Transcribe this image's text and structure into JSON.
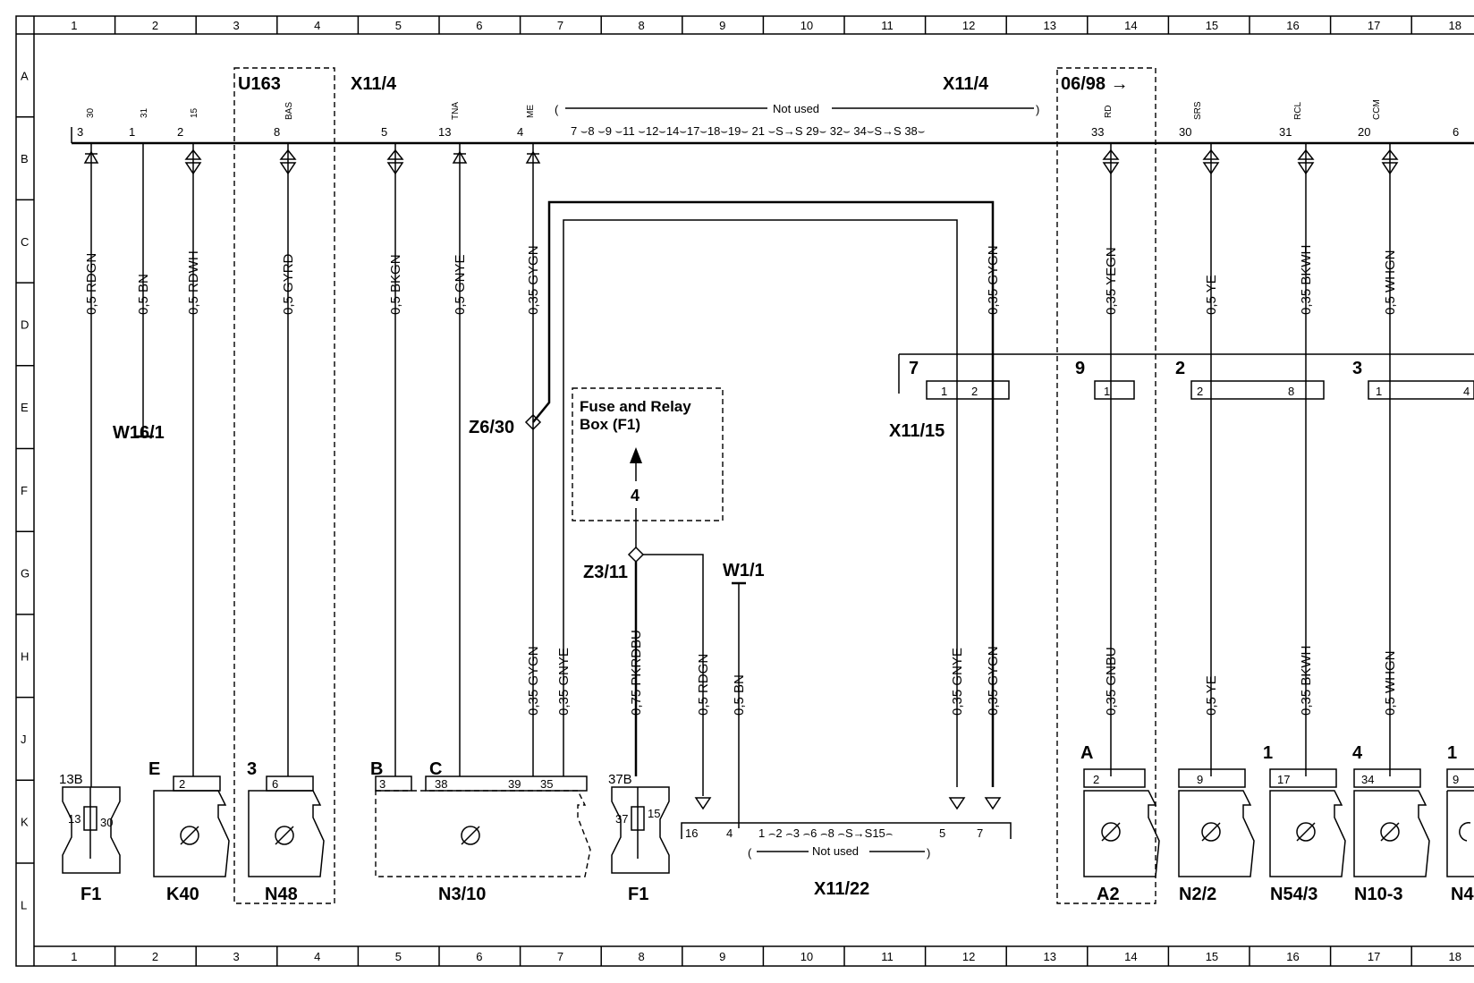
{
  "grid": {
    "cols": [
      "1",
      "2",
      "3",
      "4",
      "5",
      "6",
      "7",
      "8",
      "9",
      "10",
      "11",
      "12",
      "13",
      "14",
      "15",
      "16",
      "17",
      "18"
    ],
    "rows": [
      "A",
      "B",
      "C",
      "D",
      "E",
      "F",
      "G",
      "H",
      "J",
      "K",
      "L"
    ]
  },
  "labels": {
    "u163": "U163",
    "x11_4_left": "X11/4",
    "x11_4_right": "X11/4",
    "from_0698": "06/98 →",
    "not_used_top": "Not used",
    "not_used_bottom": "Not used",
    "w16_1": "W16/1",
    "z6_30": "Z6/30",
    "z3_11": "Z3/11",
    "w1_1": "W1/1",
    "x11_15": "X11/15",
    "fuse_box_line1": "Fuse and Relay",
    "fuse_box_line2": "Box (F1)",
    "fuse_box_pin": "4",
    "not_used_top_pins": "7 ⌣8 ⌣9 ⌣11 ⌣12⌣14⌣17⌣18⌣19⌣ 21 ⌣S→S 29⌣ 32⌣ 34⌣S→S 38⌣",
    "x11_22_pins": "1 ⌢2 ⌢3 ⌢6 ⌢8 ⌢S→S15⌢",
    "x11_15_group": "7",
    "group_9": "9",
    "group_2": "2",
    "group_3": "3"
  },
  "top_pins": [
    {
      "id": "p30",
      "num": "3",
      "tag": "30"
    },
    {
      "id": "p31",
      "num": "1",
      "tag": "31"
    },
    {
      "id": "p15",
      "num": "2",
      "tag": "15"
    },
    {
      "id": "pbas",
      "num": "8",
      "tag": "BAS"
    },
    {
      "id": "p5",
      "num": "5",
      "tag": ""
    },
    {
      "id": "ptna",
      "num": "13",
      "tag": "TNA"
    },
    {
      "id": "pme",
      "num": "4",
      "tag": "ME"
    },
    {
      "id": "prd",
      "num": "33",
      "tag": "RD"
    },
    {
      "id": "psrs",
      "num": "30",
      "tag": "SRS"
    },
    {
      "id": "prcl",
      "num": "31",
      "tag": "RCL"
    },
    {
      "id": "pccm",
      "num": "20",
      "tag": "CCM"
    },
    {
      "id": "p6",
      "num": "6",
      "tag": ""
    }
  ],
  "wires": {
    "w1": "0,5 RDGN",
    "w2": "0,5 BN",
    "w3": "0,5 RDWH",
    "w4": "0,5 GYRD",
    "w5": "0,5 BKGN",
    "w6": "0,5 GNYE",
    "w7": "0,35 GYGN",
    "w8": "0,35 GYGN",
    "w9": "0,35 YEGN",
    "w10": "0,5 YE",
    "w11": "0,35 BKWH",
    "w12": "0,5 WHGN",
    "h1": "0,35 GYGN",
    "h2": "0,35 GNYE",
    "h3": "0,75 PKRDBU",
    "h4": "0,5 RDGN",
    "h5": "0,5 BN",
    "h6": "0,35 GNYE",
    "h7": "0,35 GYGN",
    "h8": "0,35 GNBU",
    "h9": "0,5 YE",
    "h10": "0,35 BKWH",
    "h11": "0,5 WHGN"
  },
  "mid_pins": {
    "x11_15_p1": "1",
    "x11_15_p2": "2",
    "g9_p1": "1",
    "g2_p2": "2",
    "g2_p8": "8",
    "g3_p1": "1",
    "g3_p4": "4"
  },
  "components": [
    {
      "id": "f1a",
      "name": "F1",
      "conn": "13B",
      "pin": "13",
      "pin2": "30"
    },
    {
      "id": "k40",
      "name": "K40",
      "conn": "E",
      "pin": "2"
    },
    {
      "id": "n48",
      "name": "N48",
      "conn": "3",
      "pin": "6"
    },
    {
      "id": "n310",
      "name": "N3/10",
      "conn": "B",
      "conn2": "C",
      "pin": "3",
      "pin2": "38",
      "pin3": "39",
      "pin4": "35"
    },
    {
      "id": "f1b",
      "name": "F1",
      "conn": "37B",
      "pin": "37",
      "pin2": "15"
    },
    {
      "id": "x1122",
      "name": "X11/22",
      "pin": "16",
      "pin2": "4",
      "pin3": "5",
      "pin4": "7"
    },
    {
      "id": "a2",
      "name": "A2",
      "conn": "A",
      "pin": "2"
    },
    {
      "id": "n22",
      "name": "N2/2",
      "conn": "",
      "pin": "9"
    },
    {
      "id": "n543",
      "name": "N54/3",
      "conn": "1",
      "pin": "17"
    },
    {
      "id": "n103",
      "name": "N10-3",
      "conn": "4",
      "pin": "34"
    },
    {
      "id": "n4x",
      "name": "N4",
      "conn": "1",
      "pin": "9"
    }
  ]
}
